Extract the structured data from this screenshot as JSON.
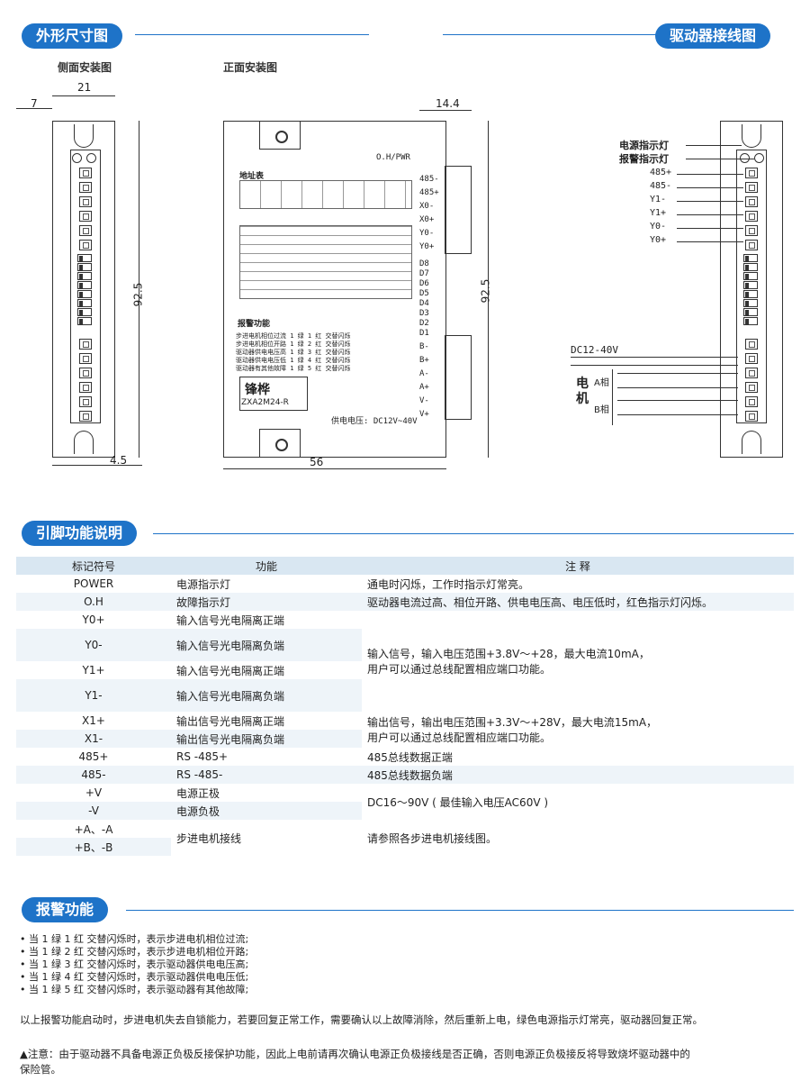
{
  "sections": {
    "dimensions": "外形尺寸图",
    "wiring": "驱动器接线图",
    "pins": "引脚功能说明",
    "alarm": "报警功能"
  },
  "dim_drawing": {
    "side_title": "侧面安装图",
    "front_title": "正面安装图",
    "d21": "21",
    "d7": "7",
    "d92_5": "92.5",
    "d4_5": "4.5",
    "d14_4": "14.4",
    "d56": "56"
  },
  "front_panel": {
    "oh_pwr": "O.H/PWR",
    "addr_table_title": "地址表",
    "signals_top": [
      "485-",
      "485+",
      "X0-",
      "X0+",
      "Y0-",
      "Y0+"
    ],
    "d_labels": [
      "D8",
      "D7",
      "D6",
      "D5",
      "D4",
      "D3",
      "D2",
      "D1"
    ],
    "power_pins": [
      "B-",
      "B+",
      "A-",
      "A+",
      "V-",
      "V+"
    ],
    "alarm_title": "报警功能",
    "alarm_rows": [
      "步进电机相位过流  1 绿 1 红  交替闪烁",
      "步进电机相位开路  1 绿 2 红  交替闪烁",
      "驱动器供电电压高  1 绿 3 红  交替闪烁",
      "驱动器供电电压低  1 绿 4 红  交替闪烁",
      "驱动器有其他故障  1 绿 5 红  交替闪烁"
    ],
    "brand": "锋桦",
    "model": "ZXA2M24-R",
    "supply": "供电电压: DC12V~40V"
  },
  "wiring_drawing": {
    "power_led": "电源指示灯",
    "alarm_led": "报警指示灯",
    "signals": [
      "485+",
      "485-",
      "Y1-",
      "Y1+",
      "Y0-",
      "Y0+"
    ],
    "dc": "DC12-40V",
    "motor": "电机",
    "phase_a": "A相",
    "phase_b": "B相"
  },
  "pin_table": {
    "headers": [
      "标记符号",
      "功能",
      "注 释"
    ],
    "rows": [
      [
        "POWER",
        "电源指示灯",
        "通电时闪烁，工作时指示灯常亮。"
      ],
      [
        "O.H",
        "故障指示灯",
        "驱动器电流过高、相位开路、供电电压高、电压低时，红色指示灯闪烁。"
      ],
      [
        "Y0+",
        "输入信号光电隔离正端",
        ""
      ],
      [
        "Y0-",
        "输入信号光电隔离负端",
        ""
      ],
      [
        "Y1+",
        "输入信号光电隔离正端",
        ""
      ],
      [
        "Y1-",
        "输入信号光电隔离负端",
        ""
      ],
      [
        "X1+",
        "输出信号光电隔离正端",
        ""
      ],
      [
        "X1-",
        "输出信号光电隔离负端",
        ""
      ],
      [
        "485+",
        "RS -485+",
        "485总线数据正端"
      ],
      [
        "485-",
        "RS -485-",
        "485总线数据负端"
      ],
      [
        "+V",
        "电源正极",
        ""
      ],
      [
        "-V",
        "电源负极",
        ""
      ],
      [
        "+A、-A",
        "步进电机接线",
        ""
      ],
      [
        "+B、-B",
        "",
        ""
      ]
    ],
    "note_input": "输入信号，输入电压范围+3.8V～+28，最大电流10mA，\n用户可以通过总线配置相应端口功能。",
    "note_output": "输出信号，输出电压范围+3.3V～+28V，最大电流15mA，\n用户可以通过总线配置相应端口功能。",
    "note_power": "DC16～90V ( 最佳输入电压AC60V )",
    "note_motor": "请参照各步进电机接线图。"
  },
  "alarm": {
    "lines": [
      "• 当 1 绿 1 红   交替闪烁时，表示步进电机相位过流;",
      "• 当 1 绿 2 红   交替闪烁时，表示步进电机相位开路;",
      "• 当 1 绿 3 红   交替闪烁时，表示驱动器供电电压高;",
      "• 当 1 绿 4 红   交替闪烁时，表示驱动器供电电压低;",
      "• 当 1 绿 5 红   交替闪烁时，表示驱动器有其他故障;"
    ],
    "restart_note": "以上报警功能启动时，步进电机失去自锁能力，若要回复正常工作，需要确认以上故障消除，然后重新上电，绿色电源指示灯常亮，驱动器回复正常。",
    "warning": "▲注意：由于驱动器不具备电源正负极反接保护功能，因此上电前请再次确认电源正负极接线是否正确，否则电源正负极接反将导致烧坏驱动器中的\n      保险管。"
  }
}
